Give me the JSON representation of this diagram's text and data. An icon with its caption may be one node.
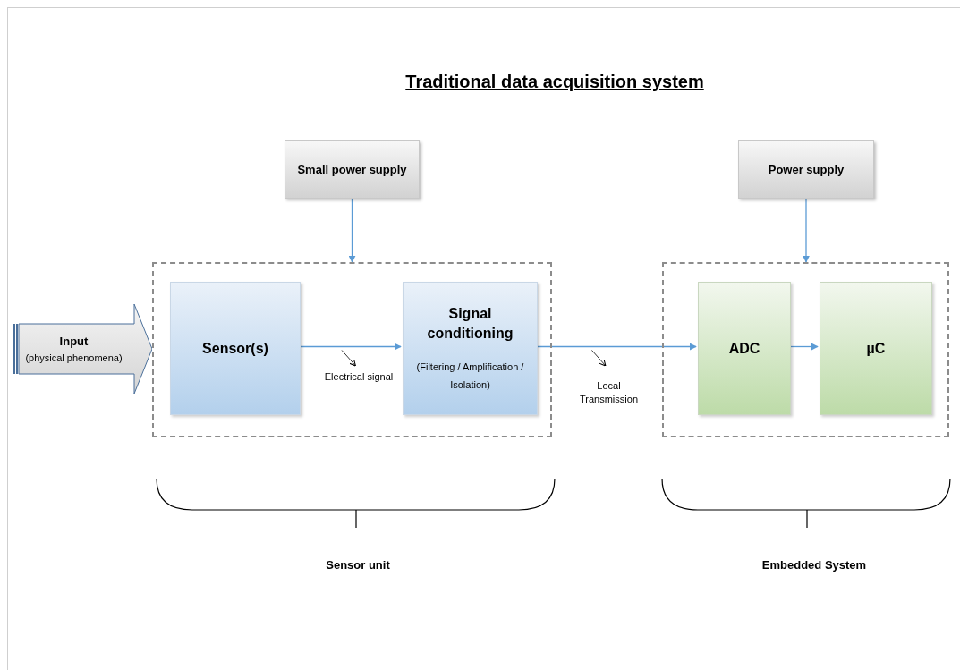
{
  "diagram": {
    "title": "Traditional data acquisition system",
    "nodes": [
      {
        "text": [
          "Small power supply"
        ]
      },
      {
        "text": [
          "Power supply"
        ]
      },
      {
        "text": [],
        "shape": "box"
      },
      {
        "text": [
          "Input",
          "(physical phenomena)"
        ]
      },
      {
        "text": [
          "Sensor(s)"
        ],
        "in": 2
      },
      {
        "text": [
          "Signal conditioning",
          "(Filtering / Amplification / Isolation)"
        ],
        "in": 2
      },
      {
        "text": [],
        "shape": "box"
      },
      {
        "text": [
          "ADC"
        ],
        "in": 6
      },
      {
        "text": [
          "µC"
        ],
        "in": 6
      }
    ],
    "edges": [
      {
        "from": 0,
        "to": 2,
        "arrow": "to"
      },
      {
        "from": 1,
        "to": 6,
        "arrow": "to"
      },
      {
        "from": 4,
        "to": 5,
        "arrow": "to",
        "label": "Electrical signal"
      },
      {
        "from": 5,
        "to": 7,
        "arrow": "to",
        "label": "Local Transmission"
      },
      {
        "from": 7,
        "to": 8,
        "arrow": "to"
      }
    ],
    "labels": [
      "Sensor unit",
      "Embedded System"
    ]
  }
}
